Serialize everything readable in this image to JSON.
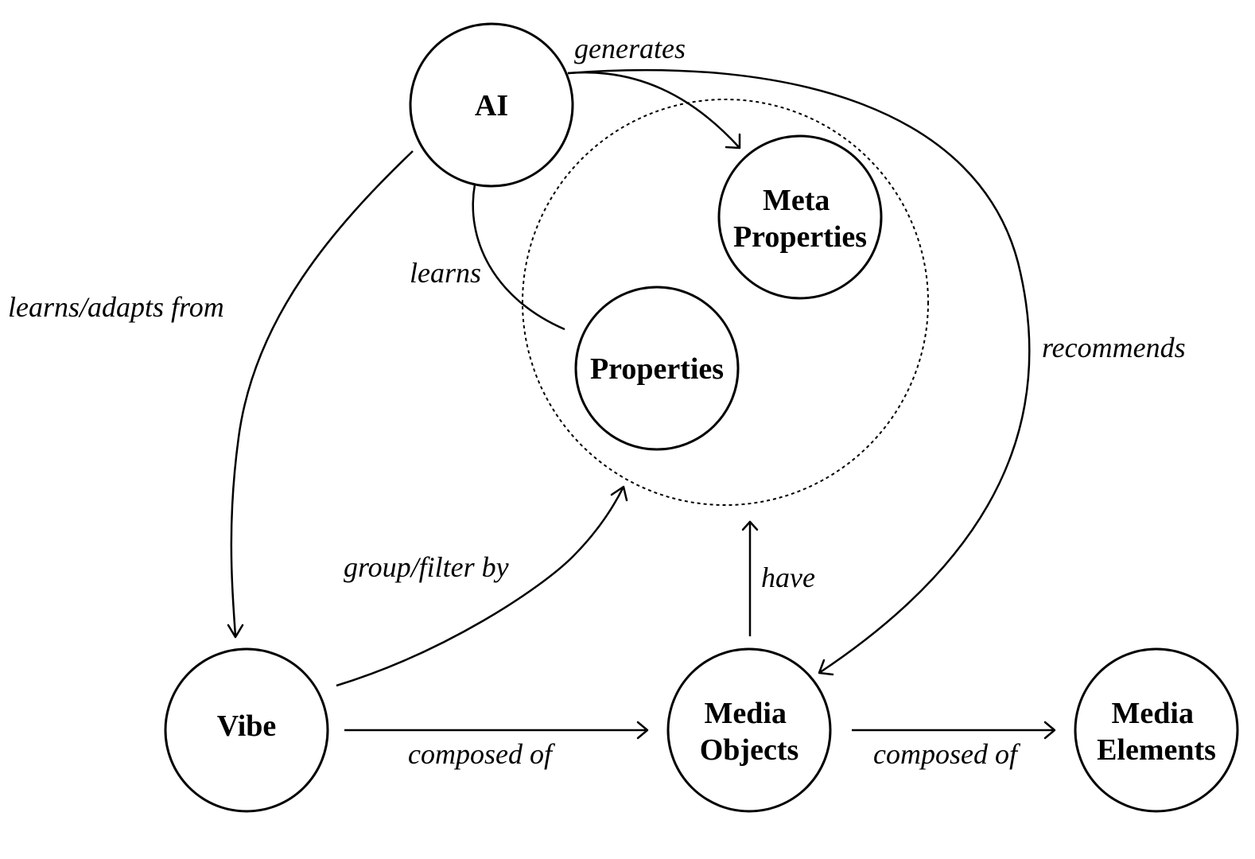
{
  "diagram": {
    "title": "",
    "colors": {
      "stroke": "#000000",
      "background": "#ffffff"
    },
    "container": {
      "id": "properties-group",
      "style": "dotted",
      "contains": [
        "meta-properties",
        "properties"
      ]
    },
    "nodes": [
      {
        "id": "ai",
        "lines": [
          "AI"
        ]
      },
      {
        "id": "meta-properties",
        "lines": [
          "Meta",
          "Properties"
        ]
      },
      {
        "id": "properties",
        "lines": [
          "Properties"
        ]
      },
      {
        "id": "vibe",
        "lines": [
          "Vibe"
        ]
      },
      {
        "id": "media-objects",
        "lines": [
          "Media",
          "Objects"
        ]
      },
      {
        "id": "media-elements",
        "lines": [
          "Media",
          "Elements"
        ]
      }
    ],
    "edges": [
      {
        "id": "generates",
        "from": "ai",
        "to": "meta-properties",
        "label": "generates",
        "directed": true
      },
      {
        "id": "recommends",
        "from": "ai",
        "to": "media-objects",
        "label": "recommends",
        "directed": true
      },
      {
        "id": "learns",
        "from": "ai",
        "to": "properties",
        "label": "learns",
        "directed": false
      },
      {
        "id": "learns-adapts-from",
        "from": "ai",
        "to": "vibe",
        "label": "learns/adapts from",
        "directed": true
      },
      {
        "id": "group-filter-by",
        "from": "vibe",
        "to": "properties-group",
        "label": "group/filter by",
        "directed": true
      },
      {
        "id": "have",
        "from": "media-objects",
        "to": "properties-group",
        "label": "have",
        "directed": true
      },
      {
        "id": "vibe-composed-of",
        "from": "vibe",
        "to": "media-objects",
        "label": "composed of",
        "directed": true
      },
      {
        "id": "objects-composed-of",
        "from": "media-objects",
        "to": "media-elements",
        "label": "composed of",
        "directed": true
      }
    ]
  }
}
